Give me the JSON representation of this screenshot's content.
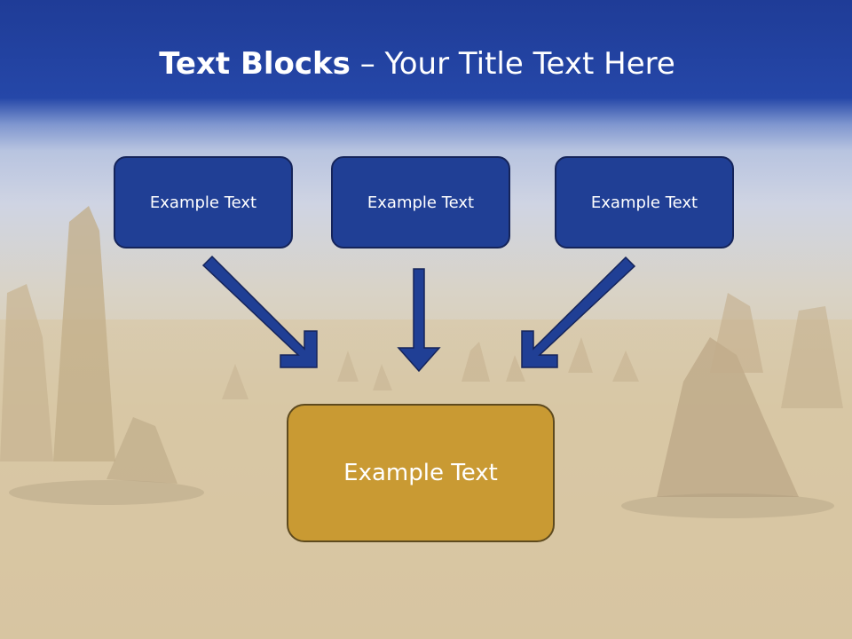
{
  "slide": {
    "title_bold": "Text Blocks",
    "title_rest": " – Your Title Text Here",
    "blocks": [
      {
        "label": "Example Text"
      },
      {
        "label": "Example Text"
      },
      {
        "label": "Example Text"
      }
    ],
    "target": {
      "label": "Example Text"
    }
  },
  "colors": {
    "title_bar": "#2547a8",
    "block_fill": "#203f95",
    "block_border": "#15245a",
    "target_fill": "#c99a33",
    "target_border": "#5e4a1e",
    "arrow": "#203f95"
  }
}
